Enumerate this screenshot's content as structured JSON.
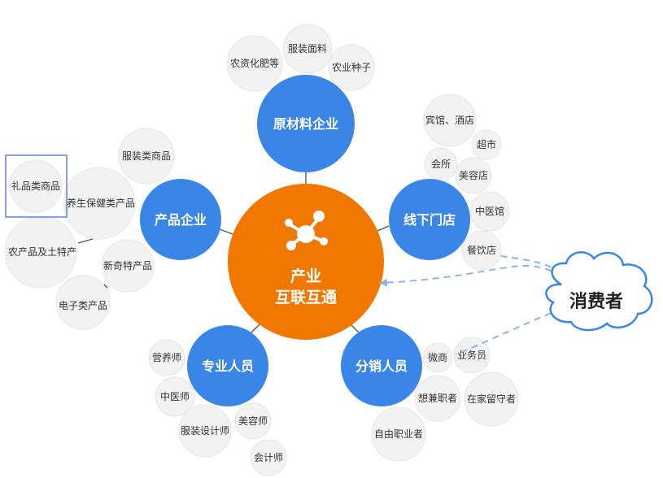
{
  "center": {
    "line1": "产业",
    "line2": "互联互通",
    "color": "#f07800",
    "icon": "network-nodes-icon"
  },
  "hub_color": "#3a86e8",
  "hubs": {
    "raw_materials": {
      "label": "原材料企业",
      "leaves": [
        "农资化肥等",
        "服装面料",
        "农业种子"
      ]
    },
    "offline_stores": {
      "label": "线下门店",
      "leaves": [
        "宾馆、酒店",
        "超市",
        "会所",
        "美容店",
        "中医馆",
        "餐饮店"
      ]
    },
    "product_companies": {
      "label": "产品企业",
      "leaves": [
        "服装类商品",
        "礼品类商品",
        "养生保健类产品",
        "农产品及土特产",
        "新奇特产品",
        "电子类产品"
      ]
    },
    "professionals": {
      "label": "专业人员",
      "leaves": [
        "营养师",
        "中医师",
        "服装设计师",
        "美容师",
        "会计师"
      ]
    },
    "distributors": {
      "label": "分销人员",
      "leaves": [
        "微商",
        "业务员",
        "想兼职者",
        "在家留守者",
        "自由职业者"
      ]
    }
  },
  "consumer": {
    "label": "消费者",
    "arrow_color": "#8fb4e6"
  }
}
